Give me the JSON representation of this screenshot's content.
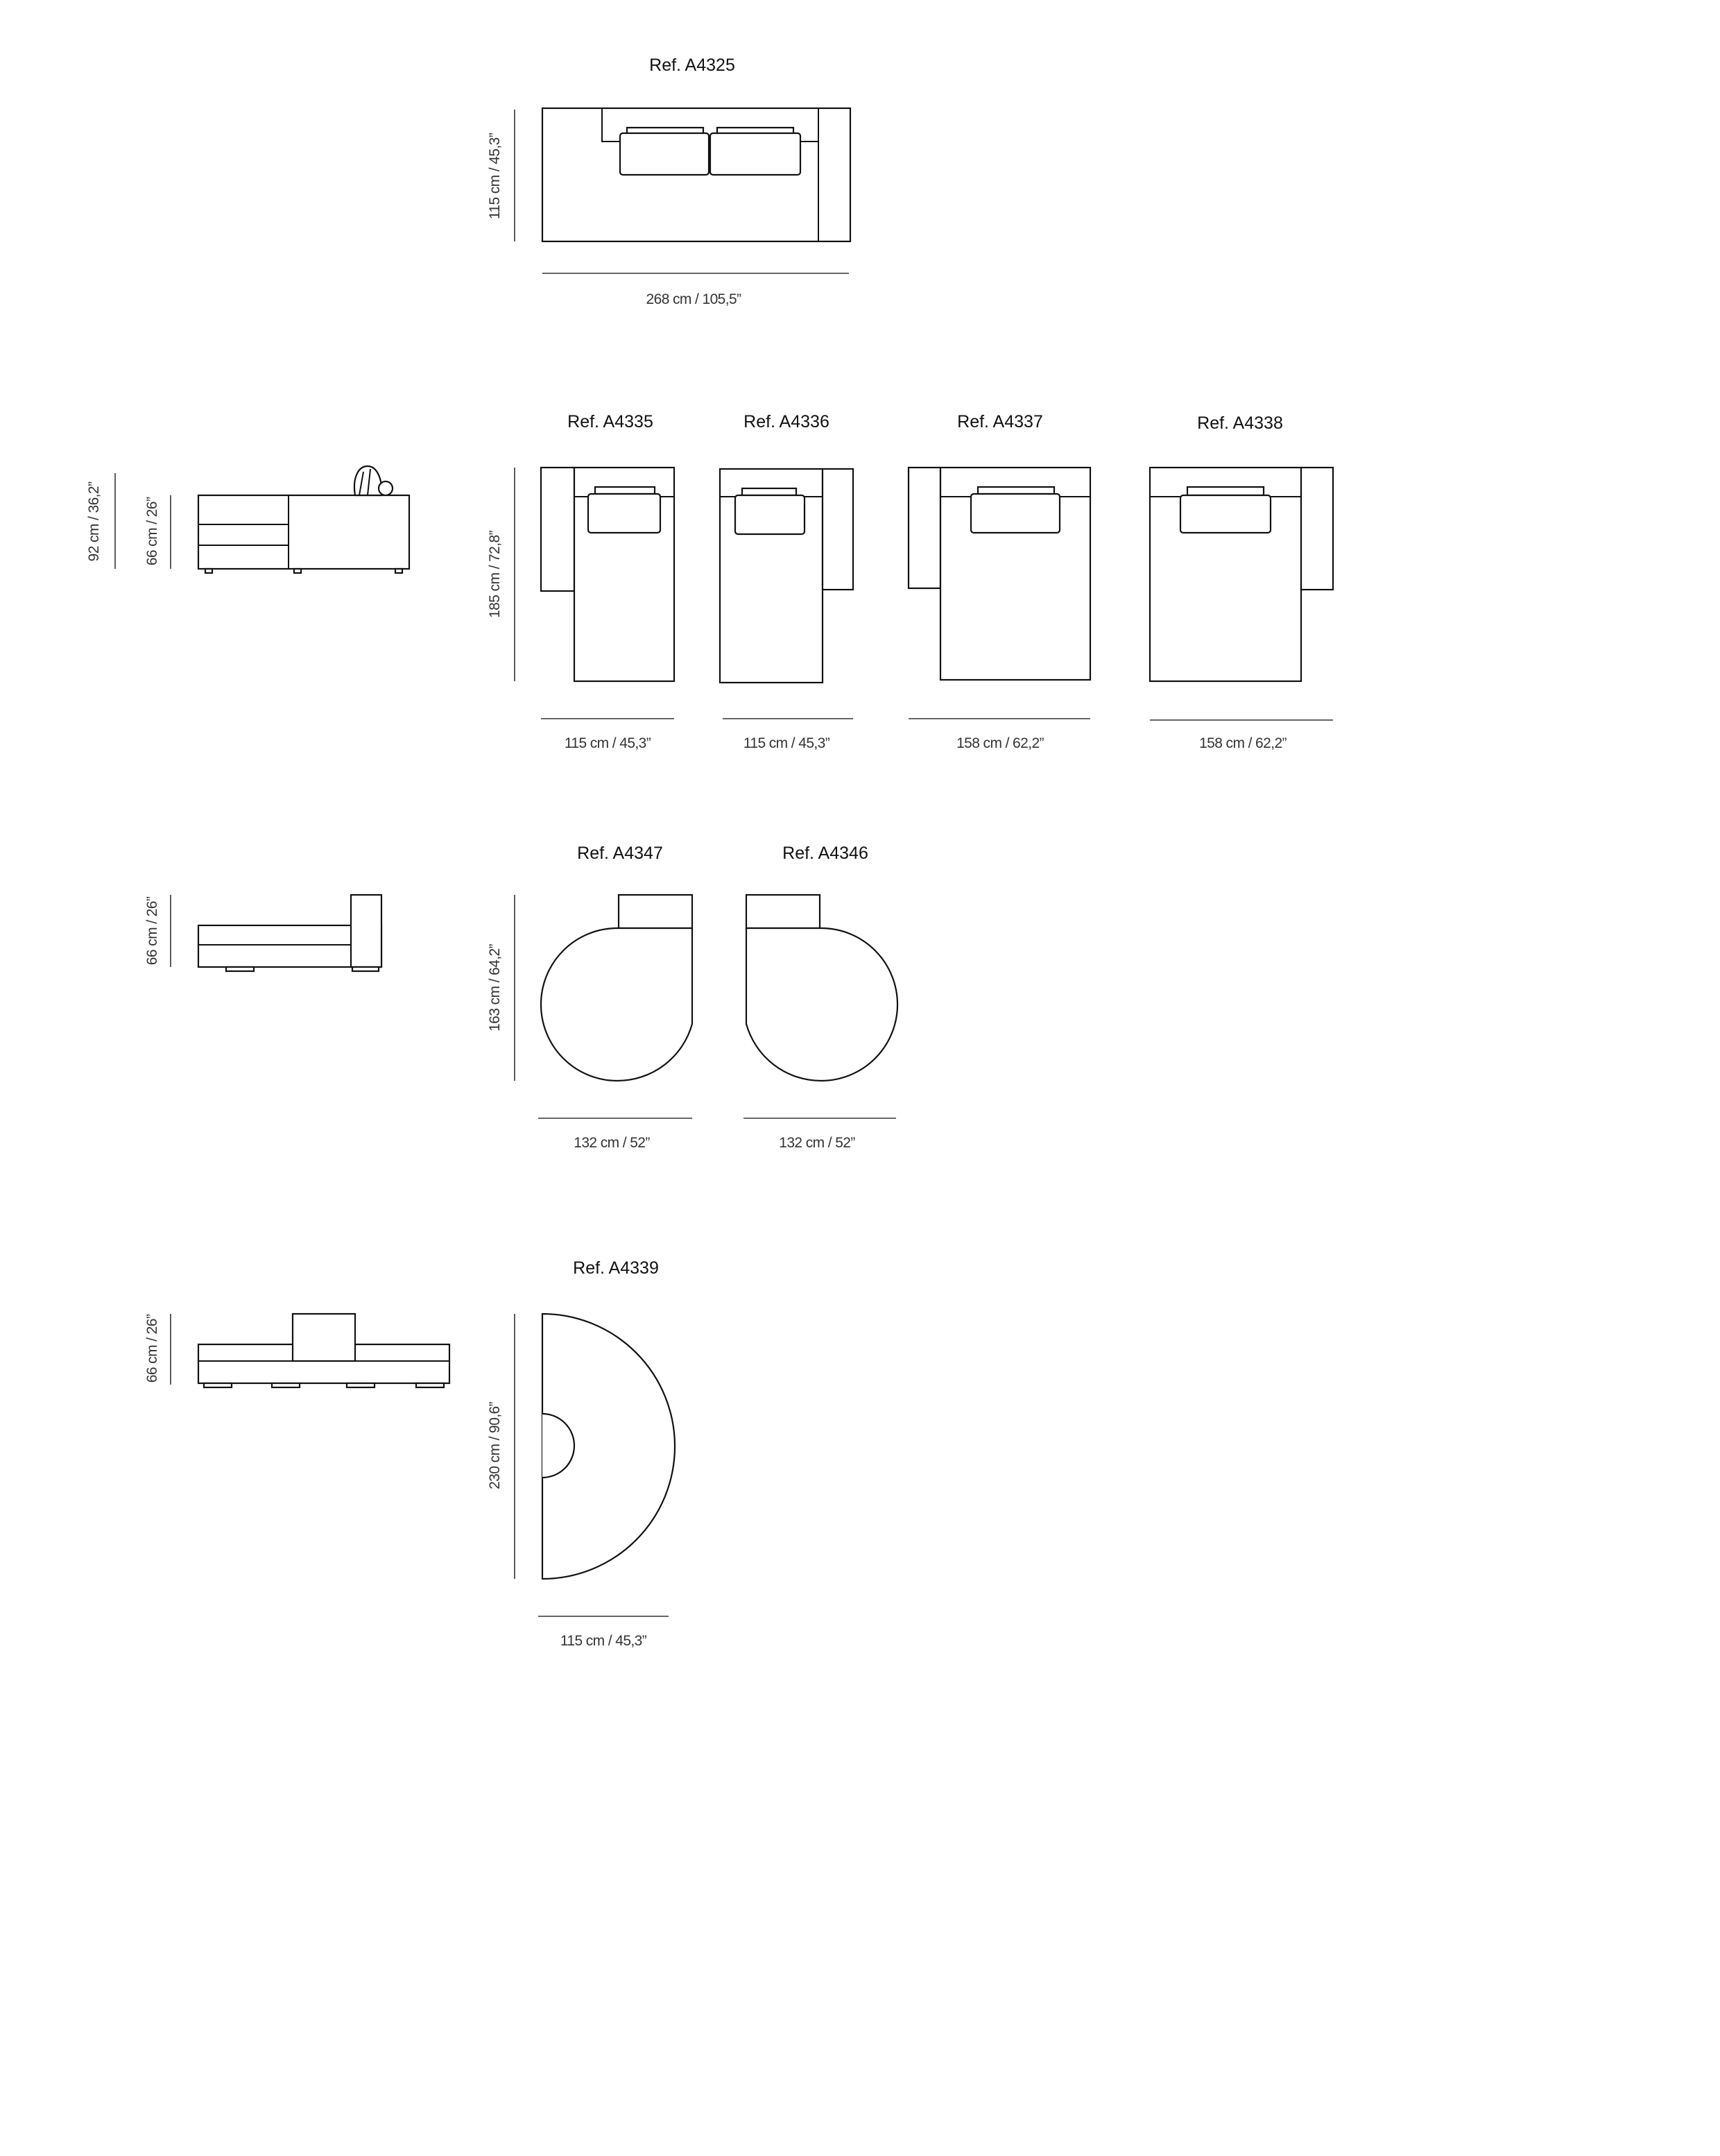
{
  "models": {
    "a4325": {
      "ref": "Ref. A4325",
      "depth": "115 cm / 45,3”",
      "width": "268 cm / 105,5”"
    },
    "a4335": {
      "ref": "Ref. A4335",
      "depth": "185 cm / 72,8”",
      "width": "115 cm / 45,3”"
    },
    "a4336": {
      "ref": "Ref. A4336",
      "width": "115 cm / 45,3”"
    },
    "a4337": {
      "ref": "Ref. A4337",
      "width": "158 cm / 62,2”"
    },
    "a4338": {
      "ref": "Ref. A4338",
      "width": "158 cm / 62,2”"
    },
    "a4347": {
      "ref": "Ref. A4347",
      "depth": "163 cm / 64,2”",
      "width": "132 cm / 52”"
    },
    "a4346": {
      "ref": "Ref. A4346",
      "width": "132 cm / 52”"
    },
    "a4339": {
      "ref": "Ref. A4339",
      "depth": "230 cm / 90,6”",
      "width": "115 cm / 45,3”"
    }
  },
  "elevations": {
    "row2": {
      "total_height": "92 cm / 36,2”",
      "seat_height": "66 cm / 26”"
    },
    "row3": {
      "height": "66 cm / 26”"
    },
    "row4": {
      "height": "66 cm / 26”"
    }
  }
}
